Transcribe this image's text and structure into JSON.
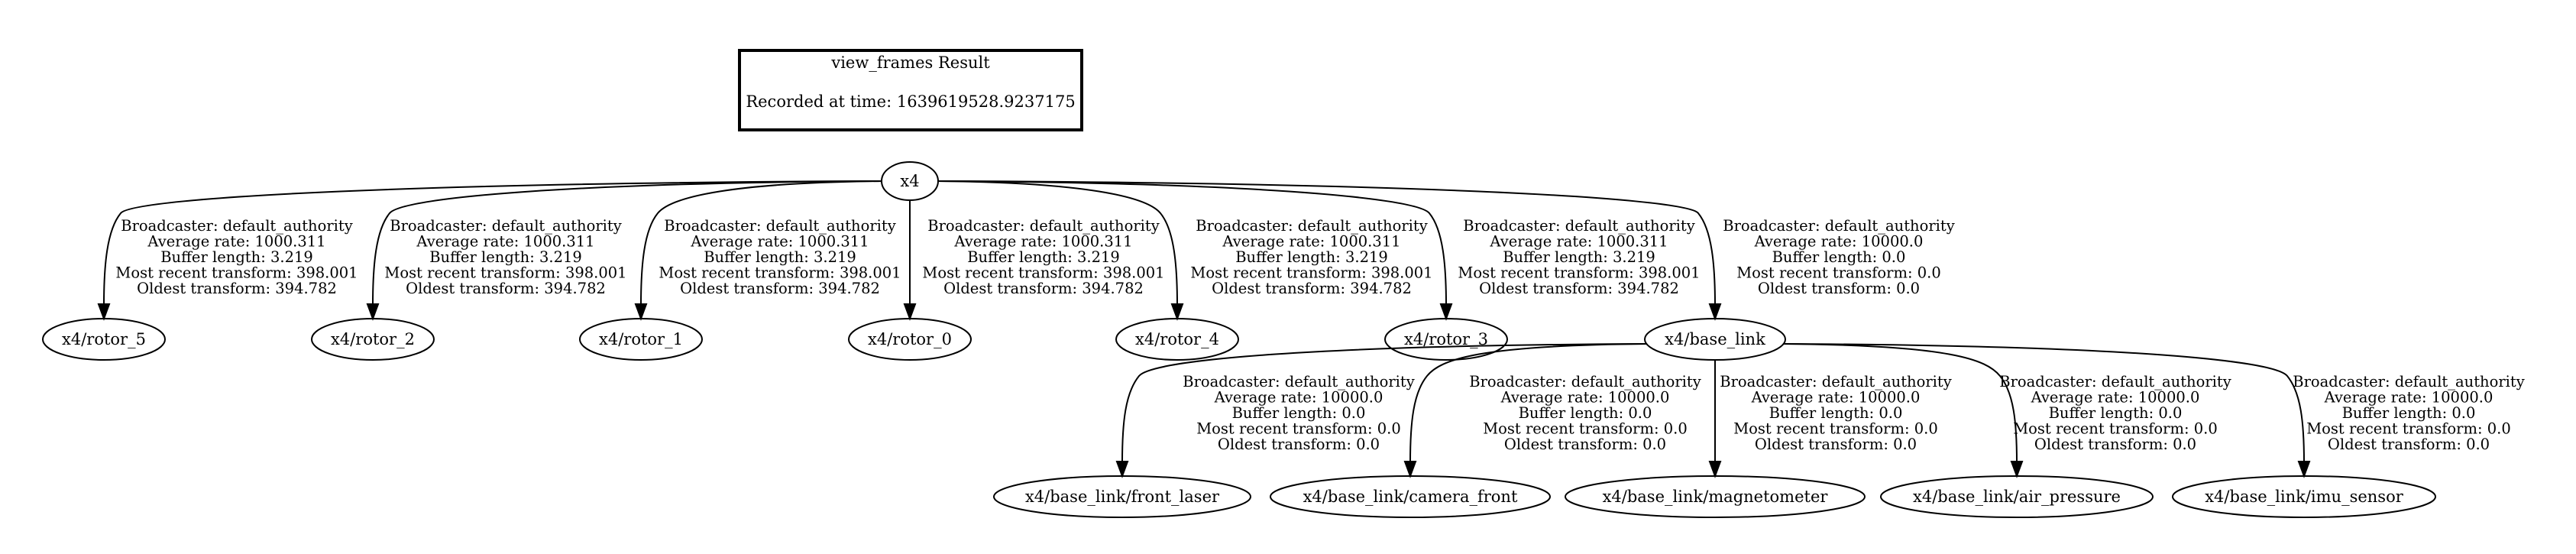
{
  "header": {
    "title": "view_frames Result",
    "recorded": "Recorded at time: 1639619528.9237175"
  },
  "root": {
    "id": "x4",
    "label": "x4"
  },
  "nodes": [
    {
      "id": "rotor_5",
      "label": "x4/rotor_5",
      "parent": "x4"
    },
    {
      "id": "rotor_2",
      "label": "x4/rotor_2",
      "parent": "x4"
    },
    {
      "id": "rotor_1",
      "label": "x4/rotor_1",
      "parent": "x4"
    },
    {
      "id": "rotor_0",
      "label": "x4/rotor_0",
      "parent": "x4"
    },
    {
      "id": "rotor_4",
      "label": "x4/rotor_4",
      "parent": "x4"
    },
    {
      "id": "rotor_3",
      "label": "x4/rotor_3",
      "parent": "x4"
    },
    {
      "id": "base_link",
      "label": "x4/base_link",
      "parent": "x4"
    },
    {
      "id": "front_laser",
      "label": "x4/base_link/front_laser",
      "parent": "base_link"
    },
    {
      "id": "camera_front",
      "label": "x4/base_link/camera_front",
      "parent": "base_link"
    },
    {
      "id": "magnetometer",
      "label": "x4/base_link/magnetometer",
      "parent": "base_link"
    },
    {
      "id": "air_pressure",
      "label": "x4/base_link/air_pressure",
      "parent": "base_link"
    },
    {
      "id": "imu_sensor",
      "label": "x4/base_link/imu_sensor",
      "parent": "base_link"
    }
  ],
  "edges": [
    {
      "from": "x4",
      "to": "rotor_5",
      "lines": [
        "Broadcaster: default_authority",
        "Average rate: 1000.311",
        "Buffer length: 3.219",
        "Most recent transform: 398.001",
        "Oldest transform: 394.782"
      ]
    },
    {
      "from": "x4",
      "to": "rotor_2",
      "lines": [
        "Broadcaster: default_authority",
        "Average rate: 1000.311",
        "Buffer length: 3.219",
        "Most recent transform: 398.001",
        "Oldest transform: 394.782"
      ]
    },
    {
      "from": "x4",
      "to": "rotor_1",
      "lines": [
        "Broadcaster: default_authority",
        "Average rate: 1000.311",
        "Buffer length: 3.219",
        "Most recent transform: 398.001",
        "Oldest transform: 394.782"
      ]
    },
    {
      "from": "x4",
      "to": "rotor_0",
      "lines": [
        "Broadcaster: default_authority",
        "Average rate: 1000.311",
        "Buffer length: 3.219",
        "Most recent transform: 398.001",
        "Oldest transform: 394.782"
      ]
    },
    {
      "from": "x4",
      "to": "rotor_4",
      "lines": [
        "Broadcaster: default_authority",
        "Average rate: 1000.311",
        "Buffer length: 3.219",
        "Most recent transform: 398.001",
        "Oldest transform: 394.782"
      ]
    },
    {
      "from": "x4",
      "to": "rotor_3",
      "lines": [
        "Broadcaster: default_authority",
        "Average rate: 1000.311",
        "Buffer length: 3.219",
        "Most recent transform: 398.001",
        "Oldest transform: 394.782"
      ]
    },
    {
      "from": "x4",
      "to": "base_link",
      "lines": [
        "Broadcaster: default_authority",
        "Average rate: 10000.0",
        "Buffer length: 0.0",
        "Most recent transform: 0.0",
        "Oldest transform: 0.0"
      ]
    },
    {
      "from": "base_link",
      "to": "front_laser",
      "lines": [
        "Broadcaster: default_authority",
        "Average rate: 10000.0",
        "Buffer length: 0.0",
        "Most recent transform: 0.0",
        "Oldest transform: 0.0"
      ]
    },
    {
      "from": "base_link",
      "to": "camera_front",
      "lines": [
        "Broadcaster: default_authority",
        "Average rate: 10000.0",
        "Buffer length: 0.0",
        "Most recent transform: 0.0",
        "Oldest transform: 0.0"
      ]
    },
    {
      "from": "base_link",
      "to": "magnetometer",
      "lines": [
        "Broadcaster: default_authority",
        "Average rate: 10000.0",
        "Buffer length: 0.0",
        "Most recent transform: 0.0",
        "Oldest transform: 0.0"
      ]
    },
    {
      "from": "base_link",
      "to": "air_pressure",
      "lines": [
        "Broadcaster: default_authority",
        "Average rate: 10000.0",
        "Buffer length: 0.0",
        "Most recent transform: 0.0",
        "Oldest transform: 0.0"
      ]
    },
    {
      "from": "base_link",
      "to": "imu_sensor",
      "lines": [
        "Broadcaster: default_authority",
        "Average rate: 10000.0",
        "Buffer length: 0.0",
        "Most recent transform: 0.0",
        "Oldest transform: 0.0"
      ]
    }
  ]
}
